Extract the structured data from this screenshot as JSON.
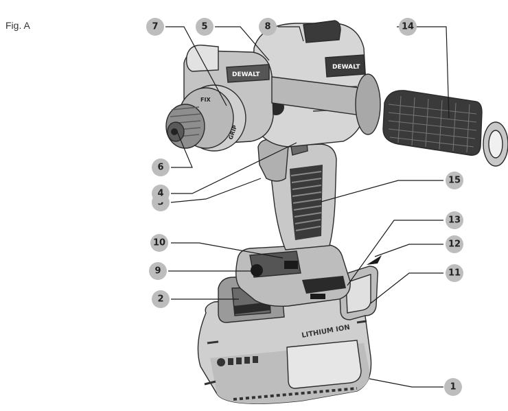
{
  "figure_label": "Fig. A",
  "callouts": [
    "1",
    "2",
    "3",
    "4",
    "5",
    "6",
    "7",
    "8",
    "9",
    "10",
    "11",
    "12",
    "13",
    "14",
    "15"
  ],
  "brand_text": [
    "DEWALT",
    "DEWALT"
  ],
  "battery_text": "LITHIUM ION",
  "chuck_text": [
    "GRIP",
    "FIX"
  ],
  "colors": {
    "callout_fill": "#bdbdbd",
    "line": "#1a1a1a",
    "tool_gray": "#d4d4d4",
    "tool_dark": "#4a4a4a"
  }
}
